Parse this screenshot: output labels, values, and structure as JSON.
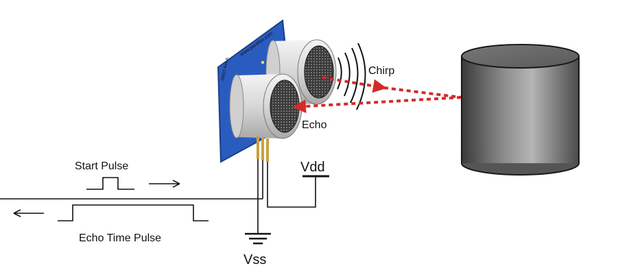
{
  "labels": {
    "chirp": "Chirp",
    "echo": "Echo",
    "start_pulse": "Start Pulse",
    "echo_time_pulse": "Echo Time Pulse",
    "vdd": "Vdd",
    "vss": "Vss"
  },
  "board": {
    "color": "#2a5cc0",
    "url_text": "www.parallax.com",
    "model_text": "28015 Rev A"
  },
  "colors": {
    "signal": "#d42a2a",
    "wire": "#111111",
    "target": "#4a4a4a"
  }
}
